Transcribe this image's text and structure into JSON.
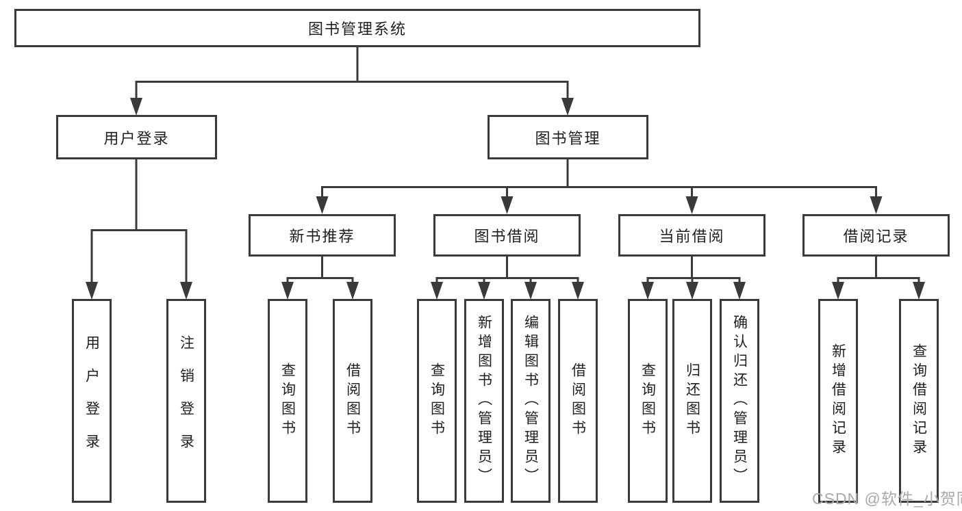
{
  "tree": {
    "root": "图书管理系统",
    "level2": [
      {
        "label": "用户登录",
        "children": [
          "用户登录",
          "注销登录"
        ]
      },
      {
        "label": "图书管理",
        "children": [
          {
            "label": "新书推荐",
            "children": [
              "查询图书",
              "借阅图书"
            ]
          },
          {
            "label": "图书借阅",
            "children": [
              "查询图书",
              "新增图书（管理员）",
              "编辑图书（管理员）",
              "借阅图书"
            ]
          },
          {
            "label": "当前借阅",
            "children": [
              "查询图书",
              "归还图书",
              "确认归还（管理员）"
            ]
          },
          {
            "label": "借阅记录",
            "children": [
              "新增借阅记录",
              "查询借阅记录"
            ]
          }
        ]
      }
    ]
  },
  "watermark": {
    "text": "CSDN @软件_小贺同学"
  },
  "colors": {
    "line": "#3a3a3a",
    "box_border": "#3a3a3a",
    "box_fill": "#ffffff",
    "text": "#1f1f1f",
    "watermark": "#a9a9a9",
    "background": "#ffffff"
  }
}
